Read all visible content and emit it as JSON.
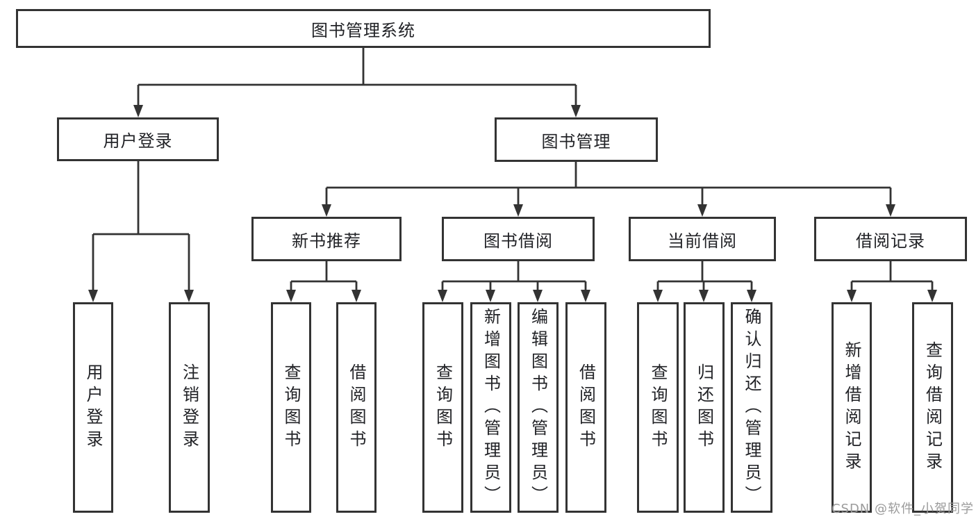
{
  "title": "图书管理系统",
  "tree": {
    "label": "图书管理系统",
    "children": [
      {
        "label": "用户登录",
        "children": [
          {
            "label": "用户登录"
          },
          {
            "label": "注销登录"
          }
        ]
      },
      {
        "label": "图书管理",
        "children": [
          {
            "label": "新书推荐",
            "children": [
              {
                "label": "查询图书"
              },
              {
                "label": "借阅图书"
              }
            ]
          },
          {
            "label": "图书借阅",
            "children": [
              {
                "label": "查询图书"
              },
              {
                "label": "新增图书（管理员）"
              },
              {
                "label": "编辑图书（管理员）"
              },
              {
                "label": "借阅图书"
              }
            ]
          },
          {
            "label": "当前借阅",
            "children": [
              {
                "label": "查询图书"
              },
              {
                "label": "归还图书"
              },
              {
                "label": "确认归还（管理员）"
              }
            ]
          },
          {
            "label": "借阅记录",
            "children": [
              {
                "label": "新增借阅记录"
              },
              {
                "label": "查询借阅记录"
              }
            ]
          }
        ]
      }
    ]
  },
  "watermark": "CSDN @软件_小贺同学",
  "colors": {
    "line": "#333333",
    "text": "#212226",
    "watermark": "#9b9b9b",
    "background": "#ffffff"
  }
}
